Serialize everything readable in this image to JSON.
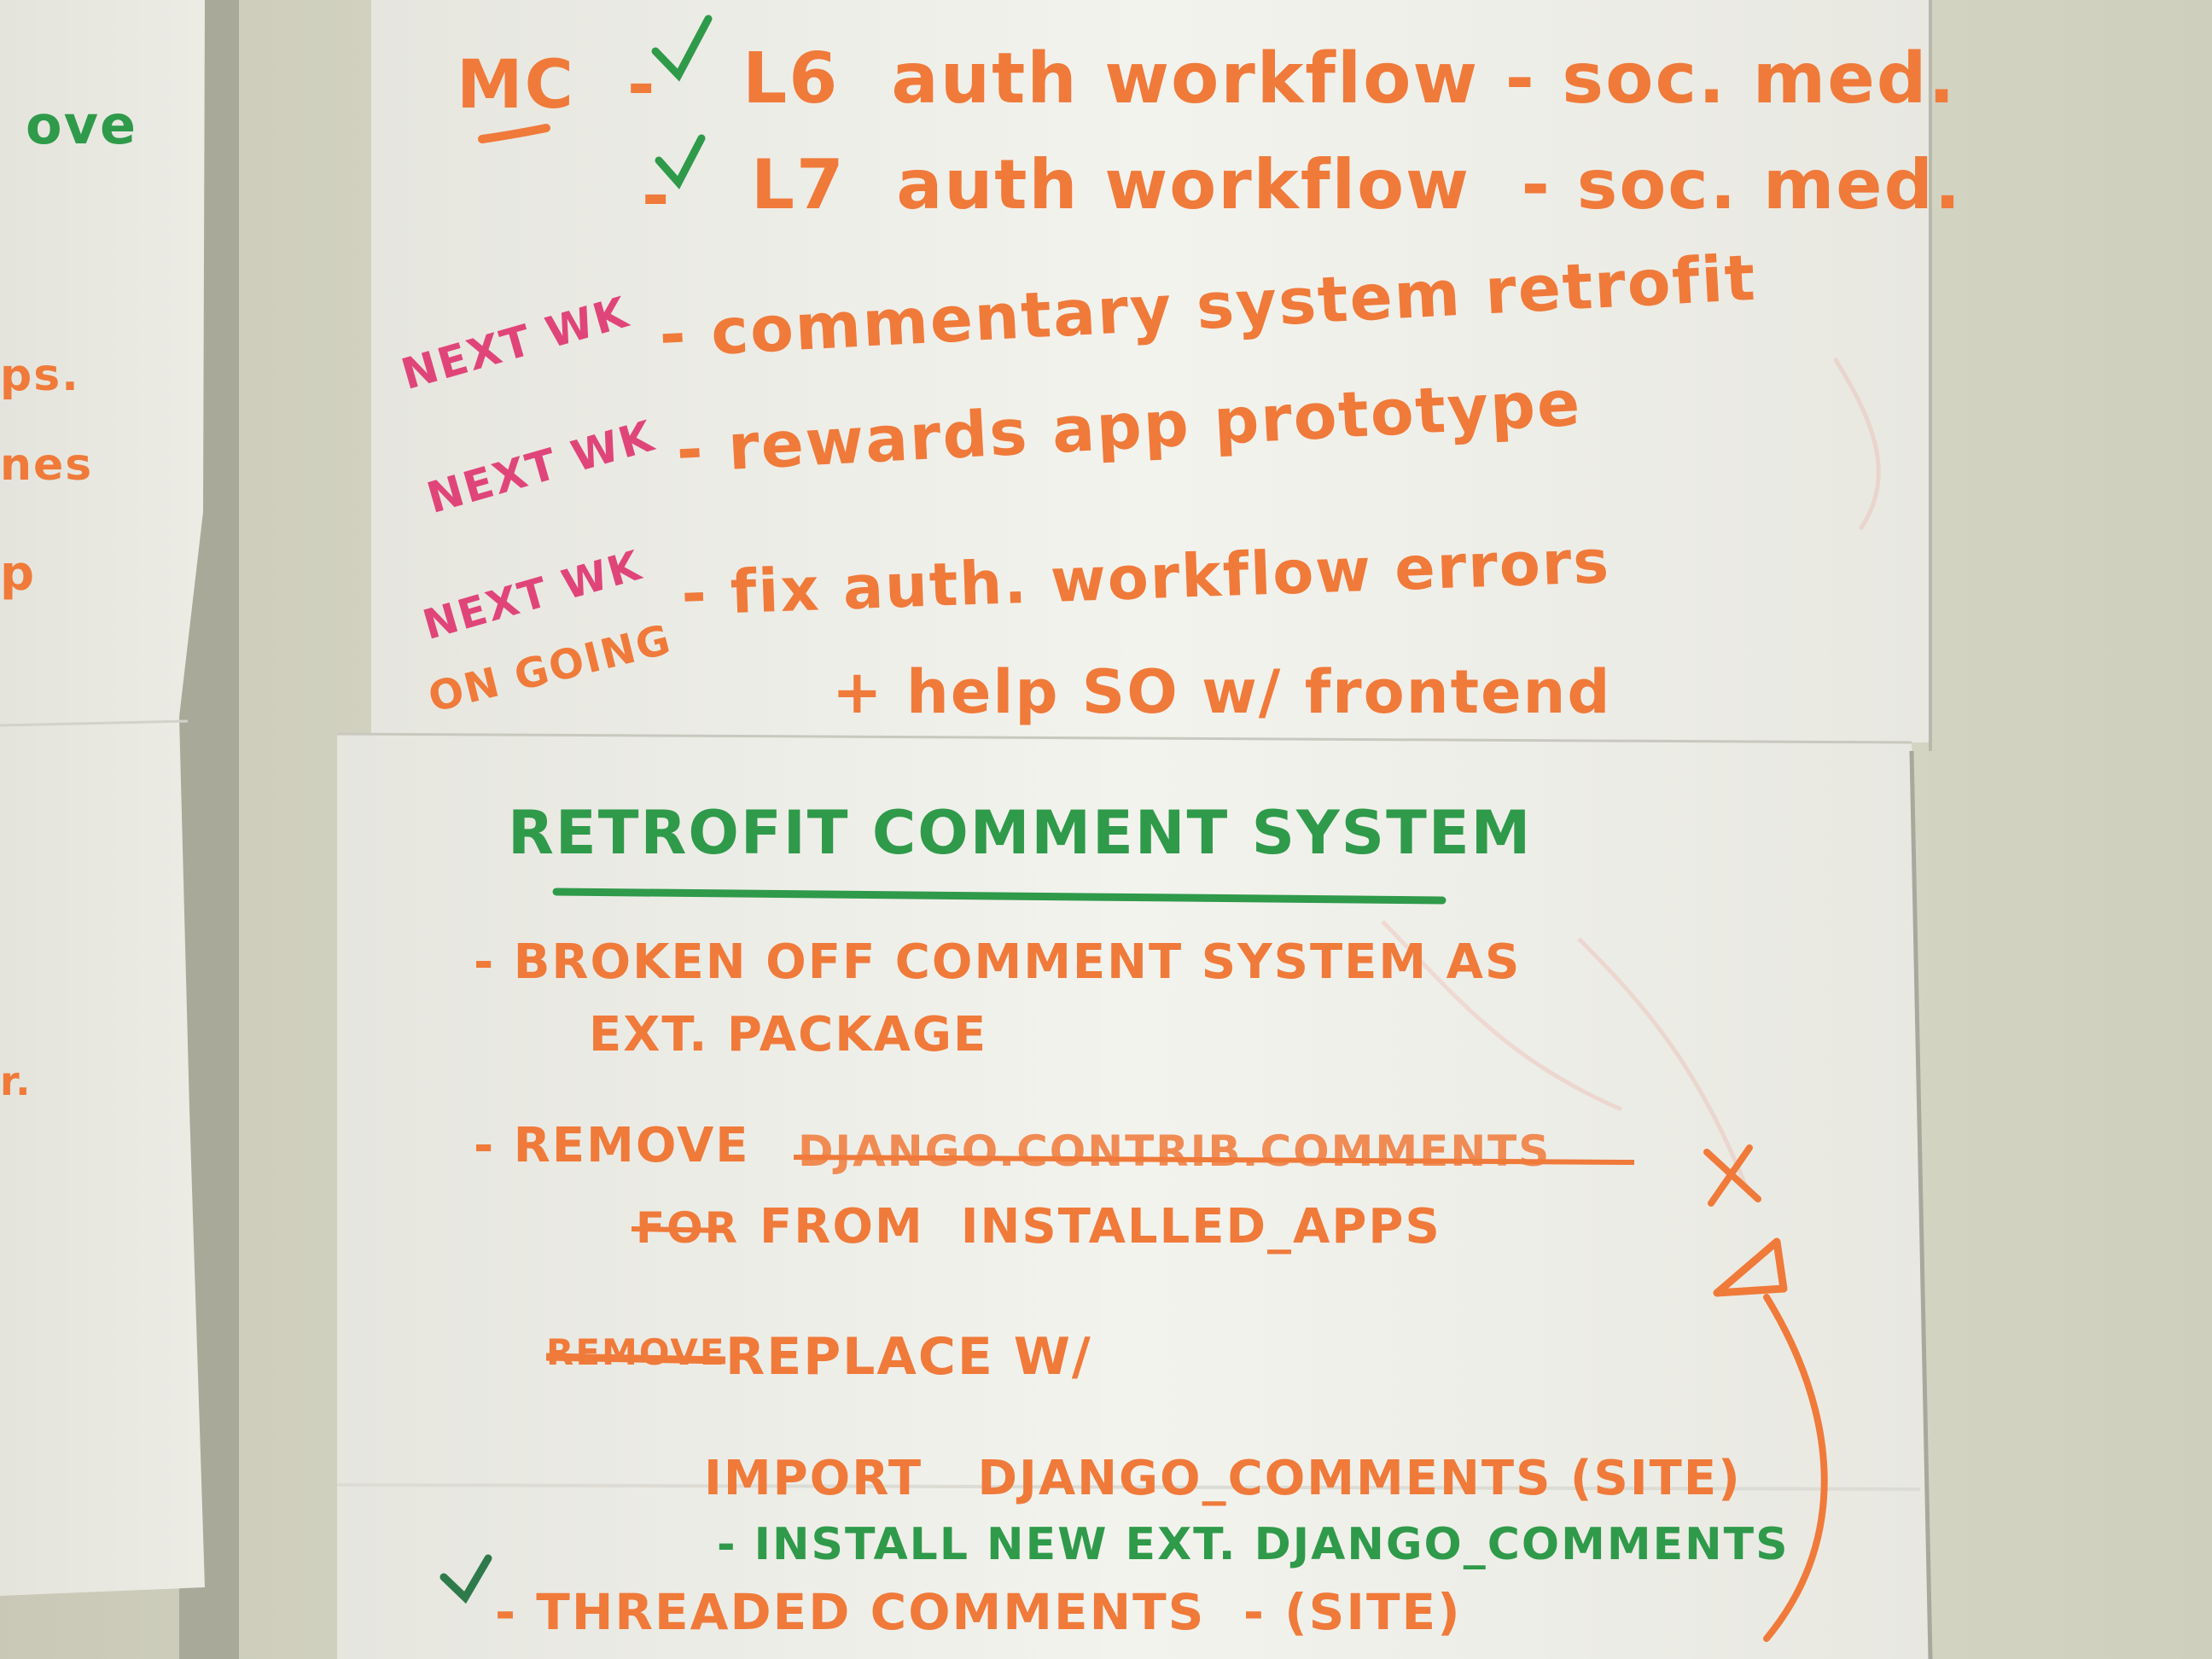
{
  "photo": {
    "colors": {
      "wall": "#d6d6c4",
      "paper": "#f1f1ec",
      "marker_orange": "#f07a3a",
      "marker_pink": "#e0457a",
      "marker_green": "#2f9a4a"
    }
  },
  "upper_sheet": {
    "owner_initials": "MC",
    "tasks": [
      {
        "prefix": "-",
        "done": true,
        "text": "L6  auth workflow - soc. med."
      },
      {
        "prefix": "-",
        "done": true,
        "text": "L7  auth workflow  - soc. med."
      },
      {
        "prefix": "NEXT WK",
        "done": false,
        "text": "- commentary system retrofit"
      },
      {
        "prefix": "NEXT WK",
        "done": false,
        "text": "- rewards app prototype"
      },
      {
        "prefix": "NEXT WK",
        "prefix2": "ON GOING",
        "done": false,
        "text": "- fix auth. workflow errors",
        "text2": "+ help SO w/ frontend"
      }
    ]
  },
  "lower_sheet": {
    "heading": "RETROFIT COMMENT SYSTEM",
    "items": [
      {
        "text": "- BROKEN OFF COMMENT SYSTEM AS",
        "text2": "EXT. PACKAGE"
      },
      {
        "text": "- REMOVE",
        "struck": "DJANGO.CONTRIB.COMMENTS",
        "text2_struck": "FOR",
        "text2": "FROM  INSTALLED_APPS"
      },
      {
        "text_struck": "REMOVE",
        "text": "REPLACE W/"
      },
      {
        "text": "IMPORT   DJANGO_COMMENTS (SITE)"
      },
      {
        "text": "- INSTALL NEW EXT. DJANGO_COMMENTS"
      },
      {
        "text": "- THREADED COMMENTS  - (SITE)"
      }
    ],
    "margin_mark": "X"
  },
  "left_sheet": {
    "fragments": [
      "ove",
      "ps.",
      "nes",
      "p",
      "r."
    ]
  }
}
